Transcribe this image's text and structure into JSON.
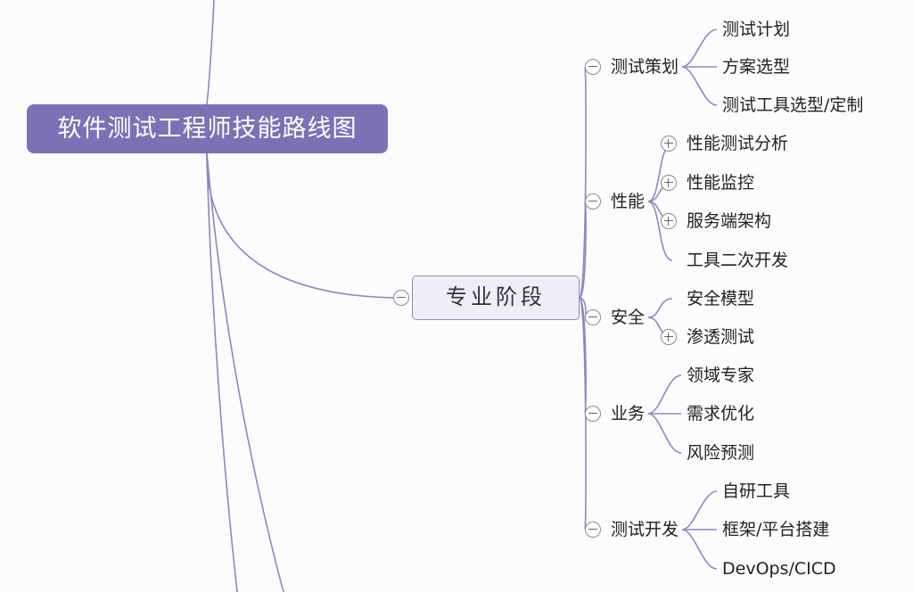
{
  "root": {
    "title": "软件测试工程师技能路线图"
  },
  "stage": {
    "title": "专业阶段",
    "collapsed": false,
    "branches": [
      {
        "label": "测试策划",
        "collapsed": false,
        "children": [
          {
            "label": "测试计划"
          },
          {
            "label": "方案选型"
          },
          {
            "label": "测试工具选型/定制"
          }
        ]
      },
      {
        "label": "性能",
        "collapsed": false,
        "children": [
          {
            "label": "性能测试分析",
            "collapsed": true
          },
          {
            "label": "性能监控",
            "collapsed": true
          },
          {
            "label": "服务端架构",
            "collapsed": true
          },
          {
            "label": "工具二次开发"
          }
        ]
      },
      {
        "label": "安全",
        "collapsed": false,
        "children": [
          {
            "label": "安全模型"
          },
          {
            "label": "渗透测试",
            "collapsed": true
          }
        ]
      },
      {
        "label": "业务",
        "collapsed": false,
        "children": [
          {
            "label": "领域专家"
          },
          {
            "label": "需求优化"
          },
          {
            "label": "风险预测"
          }
        ]
      },
      {
        "label": "测试开发",
        "collapsed": false,
        "children": [
          {
            "label": "自研工具"
          },
          {
            "label": "框架/平台搭建"
          },
          {
            "label": "DevOps/CICD"
          }
        ]
      }
    ]
  },
  "colors": {
    "line": "#8d86c2",
    "root_fill": "#7b72b6",
    "stage_fill": "#efedf7"
  }
}
